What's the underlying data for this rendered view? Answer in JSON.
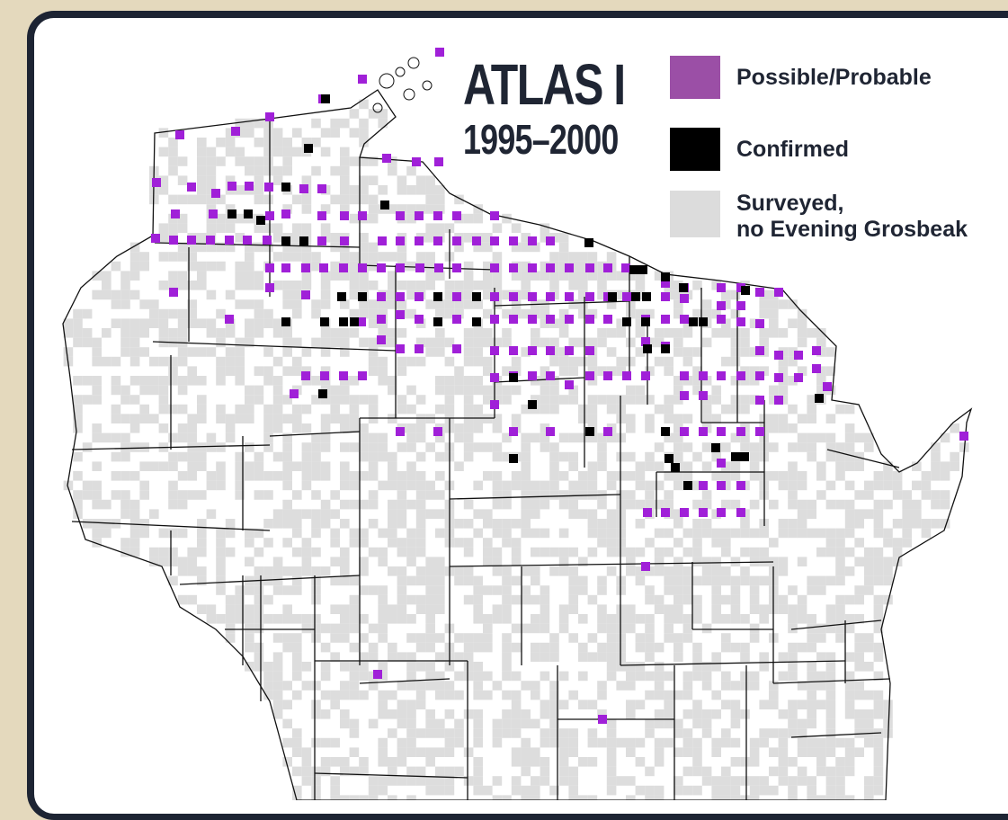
{
  "title": {
    "line1": "ATLAS I",
    "line2": "1995–2000"
  },
  "legend": [
    {
      "label": "Possible/Probable",
      "color": "#9b4fa6"
    },
    {
      "label": "Confirmed",
      "color": "#000000"
    },
    {
      "label": "Surveyed,\nno Evening Grosbeak",
      "color": "#dcdcdc"
    }
  ],
  "colors": {
    "possible": "#a020d8",
    "confirmed": "#000000",
    "surveyed": "#dddddd",
    "frame": "#1d2433",
    "background": "#e4d9bd"
  }
}
